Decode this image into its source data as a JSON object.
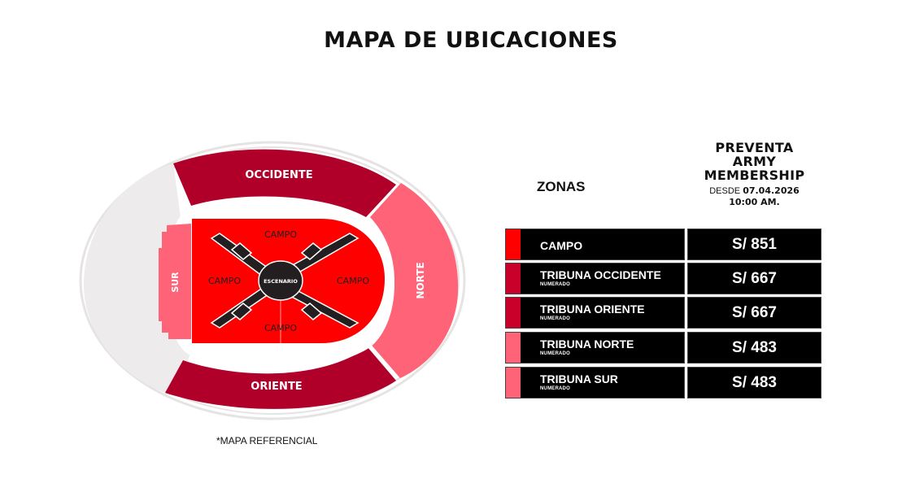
{
  "page": {
    "title": "MAPA DE UBICACIONES",
    "footnote": "*MAPA REFERENCIAL"
  },
  "map": {
    "sections": {
      "occidente": {
        "label": "OCCIDENTE",
        "color": "#B0002A"
      },
      "oriente": {
        "label": "ORIENTE",
        "color": "#B0002A"
      },
      "norte": {
        "label": "NORTE",
        "color": "#FF6378"
      },
      "sur": {
        "label": "SUR",
        "color": "#FF6378"
      },
      "campo": {
        "color": "#FF0000",
        "labels": [
          "CAMPO",
          "CAMPO",
          "CAMPO",
          "CAMPO"
        ]
      },
      "escenario": {
        "label": "ESCENARIO",
        "color": "#231F20"
      },
      "unused": {
        "color": "#EDEBEB"
      }
    }
  },
  "table": {
    "zonas_header": "ZONAS",
    "price_header": {
      "line1": "PREVENTA",
      "line2": "ARMY",
      "line3": "MEMBERSHIP",
      "desde_label": "DESDE",
      "date": "07.04.2026",
      "time": "10:00 AM."
    },
    "rows": [
      {
        "zone": "CAMPO",
        "sub": "",
        "price": "S/ 851",
        "color": "#FF0000"
      },
      {
        "zone": "TRIBUNA OCCIDENTE",
        "sub": "NUMERADO",
        "price": "S/ 667",
        "color": "#C8002A"
      },
      {
        "zone": "TRIBUNA ORIENTE",
        "sub": "NUMERADO",
        "price": "S/ 667",
        "color": "#C8002A"
      },
      {
        "zone": "TRIBUNA NORTE",
        "sub": "NUMERADO",
        "price": "S/ 483",
        "color": "#FF6378"
      },
      {
        "zone": "TRIBUNA SUR",
        "sub": "NUMERADO",
        "price": "S/ 483",
        "color": "#FF6378"
      }
    ]
  }
}
